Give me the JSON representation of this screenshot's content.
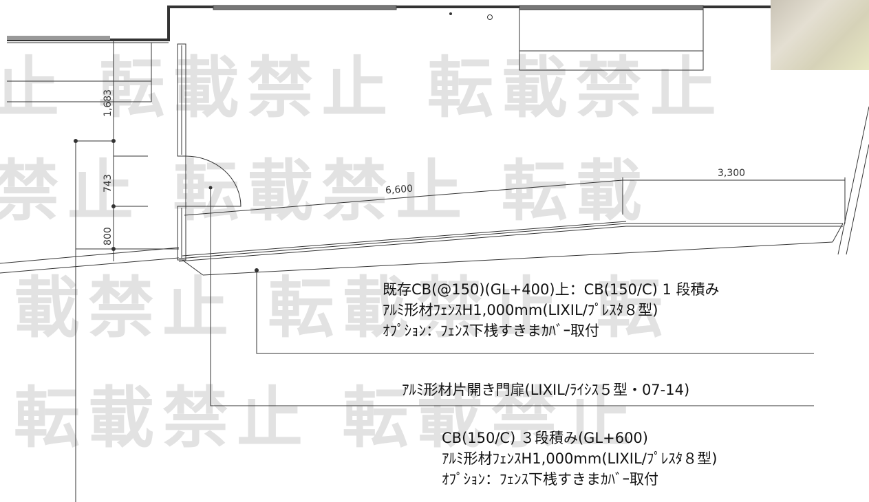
{
  "watermark": {
    "row1": "止 転載禁止 転載禁止",
    "row2": "禁止 転載禁止 転載",
    "row3": "載禁止 転載禁止 転",
    "row4": "転載禁止 転載禁止"
  },
  "dimensions": {
    "d1683": "1,683",
    "d743": "743",
    "d800": "800",
    "d6600": "6,600",
    "d3300": "3,300"
  },
  "notes": {
    "fence_upper": [
      "既存CB(@150)(GL+400)上：CB(150/C) 1 段積み",
      "ｱﾙﾐ形材ﾌｪﾝｽH1,000mm(LIXIL/ﾌﾟﾚｽﾀ８型)",
      "ｵﾌﾟｼｮﾝ：ﾌｪﾝｽ下桟すきまｶﾊﾞｰ取付"
    ],
    "gate": "ｱﾙﾐ形材片開き門扉(LIXIL/ﾗｲｼｽ５型・07-14)",
    "fence_lower": [
      "CB(150/C) ３段積み(GL+600)",
      "ｱﾙﾐ形材ﾌｪﾝｽH1,000mm(LIXIL/ﾌﾟﾚｽﾀ８型)",
      "ｵﾌﾟｼｮﾝ：ﾌｪﾝｽ下桟すきまｶﾊﾞｰ取付"
    ]
  }
}
